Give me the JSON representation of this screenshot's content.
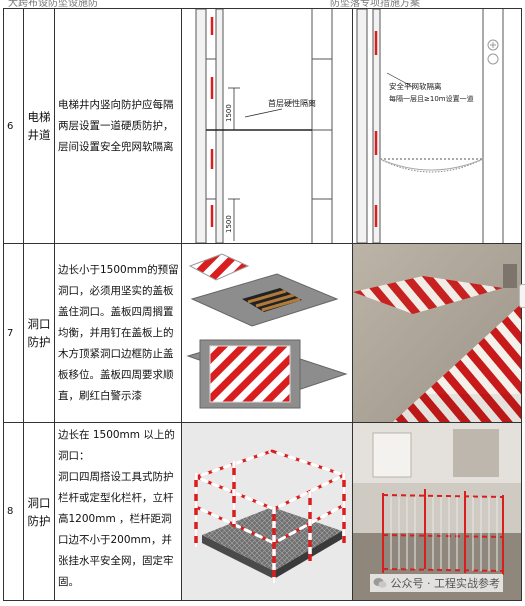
{
  "header": {
    "left_fragment": "大跨布设防坠设施防",
    "right_fragment": "防坠落专项措施方案"
  },
  "rows": [
    {
      "num": "6",
      "name": "电梯\n井道",
      "desc": "电梯井内竖向防护应每隔两层设置一道硬质防护，层间设置安全兜网软隔离",
      "drawing_labels": {
        "hard_layer": "首层硬性隔离",
        "dim1": "1500",
        "dim2": "1500",
        "net_title": "安全平网软隔离",
        "net_note": "每隔一层且≥10m设置一道"
      }
    },
    {
      "num": "7",
      "name": "洞口\n防护",
      "desc": "边长小于1500mm的预留洞口，必须用坚实的盖板盖住洞口。盖板四周搁置均衡，并用钉在盖板上的木方顶紧洞口边框防止盖板移位。盖板四周要求顺直，刷红白警示漆"
    },
    {
      "num": "8",
      "name": "洞口\n防护",
      "desc": "边长在 1500mm 以上的洞口：\n洞口四周搭设工具式防护栏杆或定型化栏杆，立杆高1200mm ，栏杆距洞口边不小于200mm，并张挂水平安全网，固定牢固。"
    }
  ],
  "watermark": "公众号 · 工程实战参考",
  "colors": {
    "red": "#d81e1e",
    "border": "#333333"
  }
}
